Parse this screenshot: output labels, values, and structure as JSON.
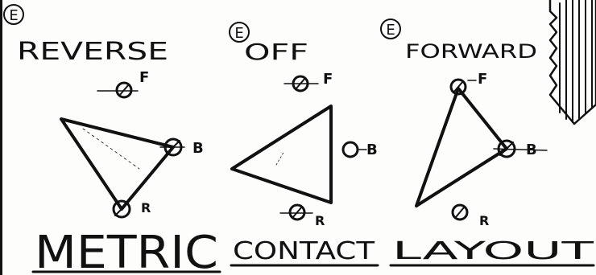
{
  "panels": [
    {
      "marker": "E",
      "label": "REVERSE",
      "contacts": {
        "front": "F",
        "back": "B",
        "rear": "R"
      }
    },
    {
      "marker": "E",
      "label": "OFF",
      "contacts": {
        "front": "F",
        "back": "B",
        "rear": "R"
      }
    },
    {
      "marker": "E",
      "label": "FORWARD",
      "contacts": {
        "front": "F",
        "back": "B",
        "rear": "R"
      }
    }
  ],
  "footer": {
    "word1": "METRIC",
    "word2": "CONTACT",
    "word3": "LAYOUT"
  },
  "colors": {
    "ink": "#111111",
    "paper": "#fdfdfb"
  }
}
